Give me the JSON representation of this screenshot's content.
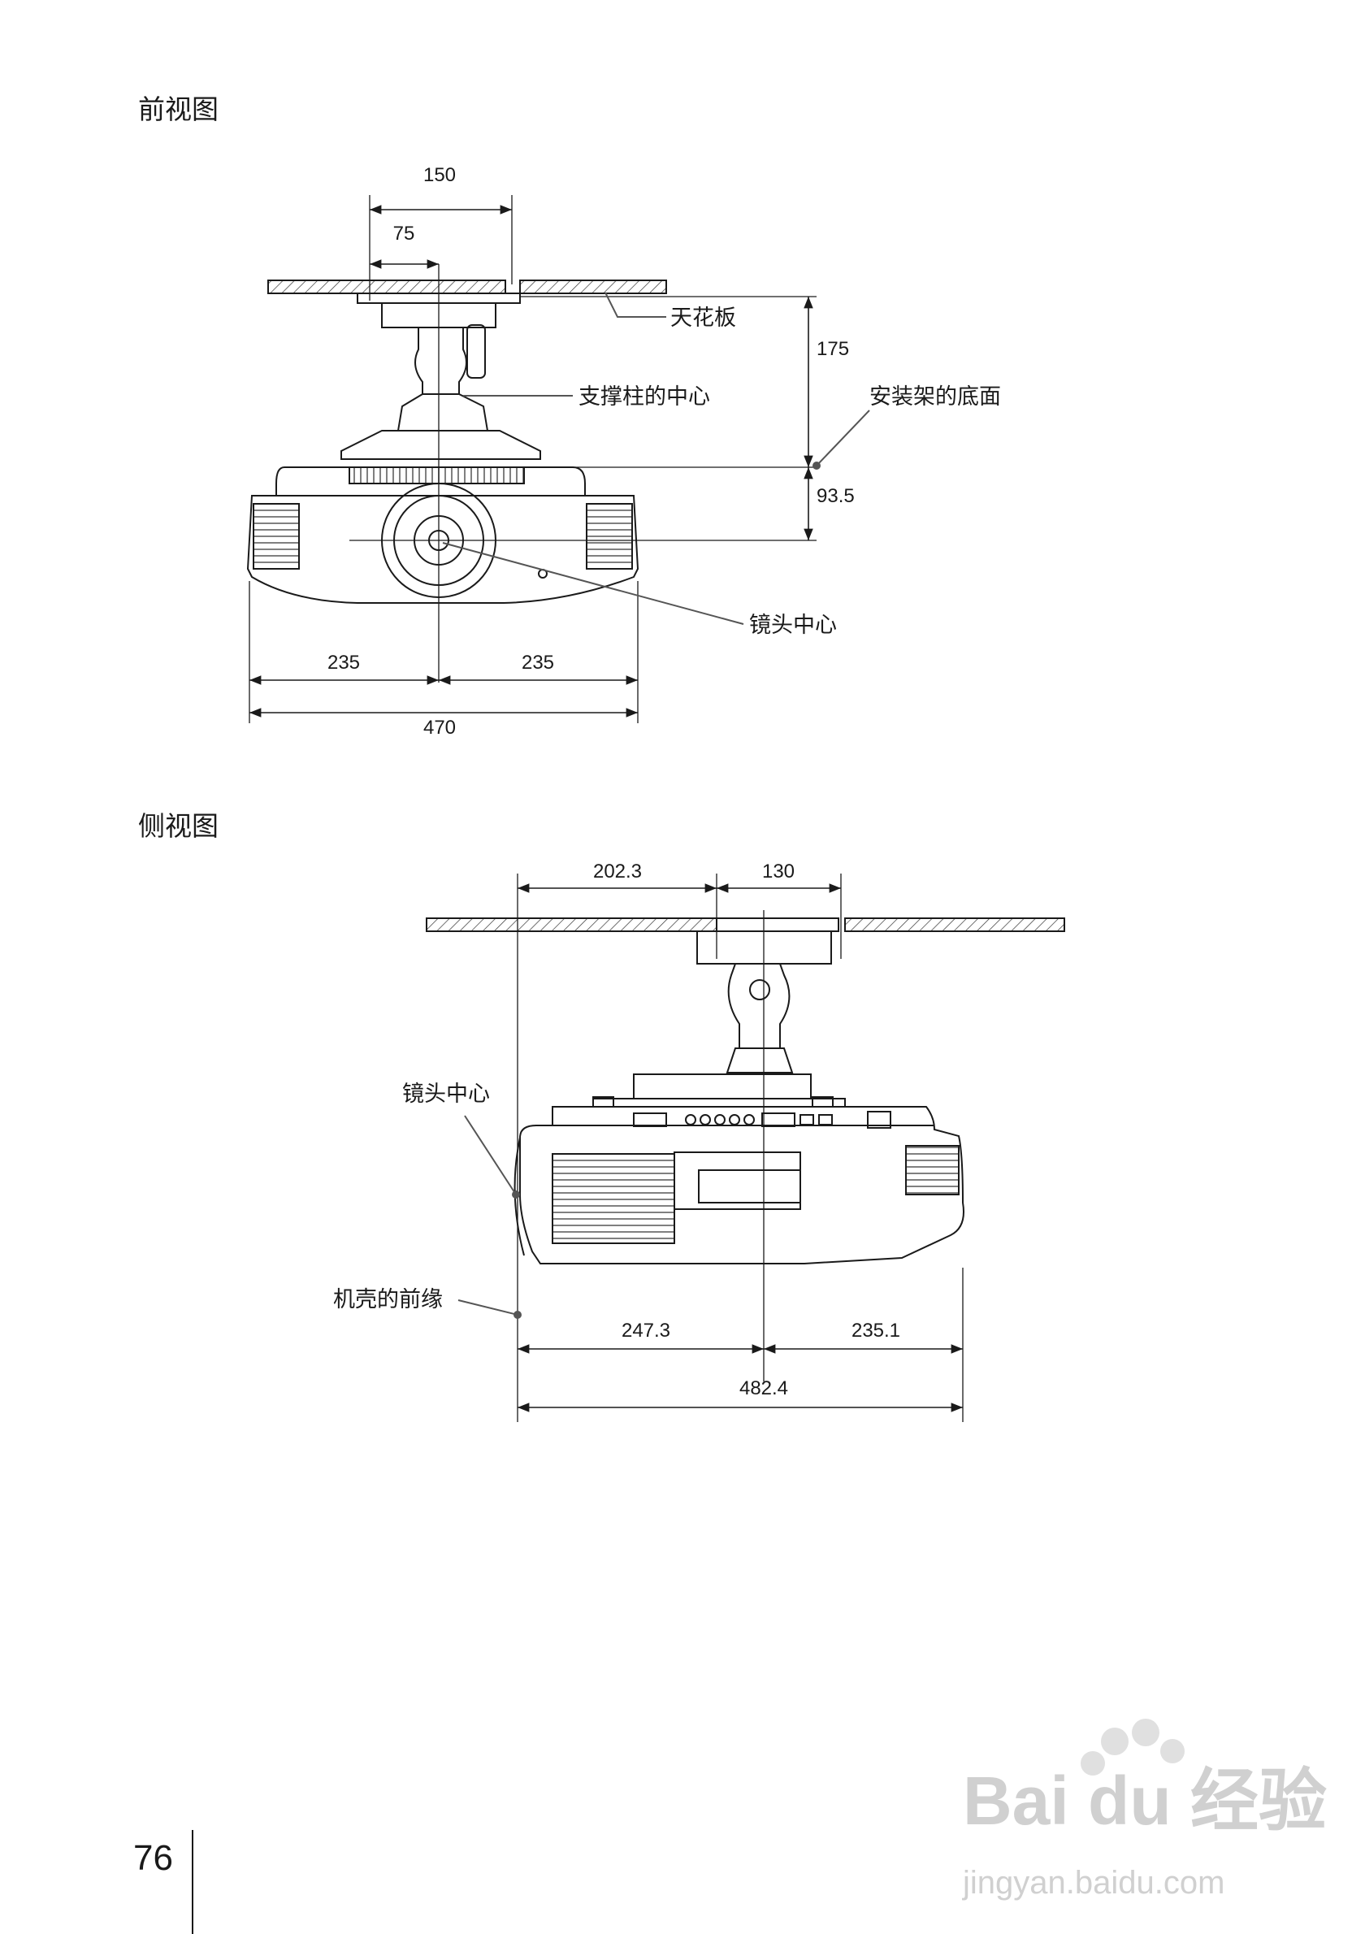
{
  "front_view": {
    "heading": "前视图",
    "labels": {
      "ceiling": "天花板",
      "post_center": "支撑柱的中心",
      "bracket_bottom": "安装架的底面",
      "lens_center": "镜头中心"
    },
    "dimensions": {
      "top_150": "150",
      "top_75": "75",
      "right_175": "175",
      "right_93_5": "93.5",
      "bottom_left_235": "235",
      "bottom_right_235": "235",
      "bottom_470": "470"
    }
  },
  "side_view": {
    "heading": "侧视图",
    "labels": {
      "lens_center": "镜头中心",
      "front_edge": "机壳的前缘"
    },
    "dimensions": {
      "top_202_3": "202.3",
      "top_130": "130",
      "bottom_247_3": "247.3",
      "bottom_235_1": "235.1",
      "bottom_482_4": "482.4"
    }
  },
  "page_number": "76",
  "watermark": {
    "logo": "Bai du 经验",
    "url": "jingyan.baidu.com"
  }
}
